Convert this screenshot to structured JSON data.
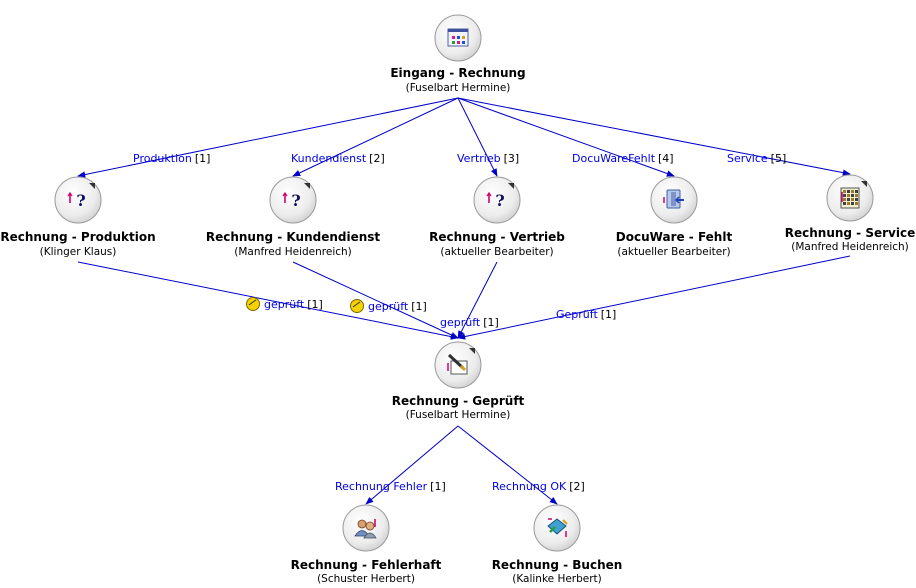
{
  "nodes": [
    {
      "id": "eingang",
      "title": "Eingang - Rechnung",
      "sub": "(Fuselbart Hermine)",
      "icon": "form-icon",
      "corner": false
    },
    {
      "id": "produktion",
      "title": "Rechnung - Produktion",
      "sub": "(Klinger Klaus)",
      "icon": "question-icon",
      "corner": true
    },
    {
      "id": "kundendienst",
      "title": "Rechnung - Kundendienst",
      "sub": "(Manfred Heidenreich)",
      "icon": "question-icon",
      "corner": true
    },
    {
      "id": "vertrieb",
      "title": "Rechnung - Vertrieb",
      "sub": "(aktueller Bearbeiter)",
      "icon": "question-icon",
      "corner": true
    },
    {
      "id": "fehlt",
      "title": "DocuWare - Fehlt",
      "sub": "(aktueller Bearbeiter)",
      "icon": "docuware-icon",
      "corner": false
    },
    {
      "id": "service",
      "title": "Rechnung - Service",
      "sub": "(Manfred Heidenreich)",
      "icon": "service-icon",
      "corner": true
    },
    {
      "id": "geprueft",
      "title": "Rechnung - Geprüft",
      "sub": "(Fuselbart Hermine)",
      "icon": "approve-icon",
      "corner": true
    },
    {
      "id": "fehlerhaft",
      "title": "Rechnung - Fehlerhaft",
      "sub": "(Schuster Herbert)",
      "icon": "users-icon",
      "corner": false
    },
    {
      "id": "buchen",
      "title": "Rechnung - Buchen",
      "sub": "(Kalinke Herbert)",
      "icon": "book-icon",
      "corner": false
    }
  ],
  "edges": [
    {
      "from": "eingang",
      "to": "produktion",
      "label": "Produktion",
      "count": "[1]",
      "clock": false
    },
    {
      "from": "eingang",
      "to": "kundendienst",
      "label": "Kundendienst",
      "count": "[2]",
      "clock": false
    },
    {
      "from": "eingang",
      "to": "vertrieb",
      "label": "Vertrieb",
      "count": "[3]",
      "clock": false
    },
    {
      "from": "eingang",
      "to": "fehlt",
      "label": "DocuWareFehlt",
      "count": "[4]",
      "clock": false
    },
    {
      "from": "eingang",
      "to": "service",
      "label": "Service",
      "count": "[5]",
      "clock": false
    },
    {
      "from": "produktion",
      "to": "geprueft",
      "label": "geprüft",
      "count": "[1]",
      "clock": true
    },
    {
      "from": "kundendienst",
      "to": "geprueft",
      "label": "geprüft",
      "count": "[1]",
      "clock": true
    },
    {
      "from": "vertrieb",
      "to": "geprueft",
      "label": "geprüft",
      "count": "[1]",
      "clock": false
    },
    {
      "from": "service",
      "to": "geprueft",
      "label": "Geprüft",
      "count": "[1]",
      "clock": false
    },
    {
      "from": "geprueft",
      "to": "fehlerhaft",
      "label": "Rechnung Fehler",
      "count": "[1]",
      "clock": false
    },
    {
      "from": "geprueft",
      "to": "buchen",
      "label": "Rechnung OK",
      "count": "[2]",
      "clock": false
    }
  ],
  "colors": {
    "edge": "#0000c8",
    "label": "#0000e0",
    "clock": "#f5d200"
  }
}
